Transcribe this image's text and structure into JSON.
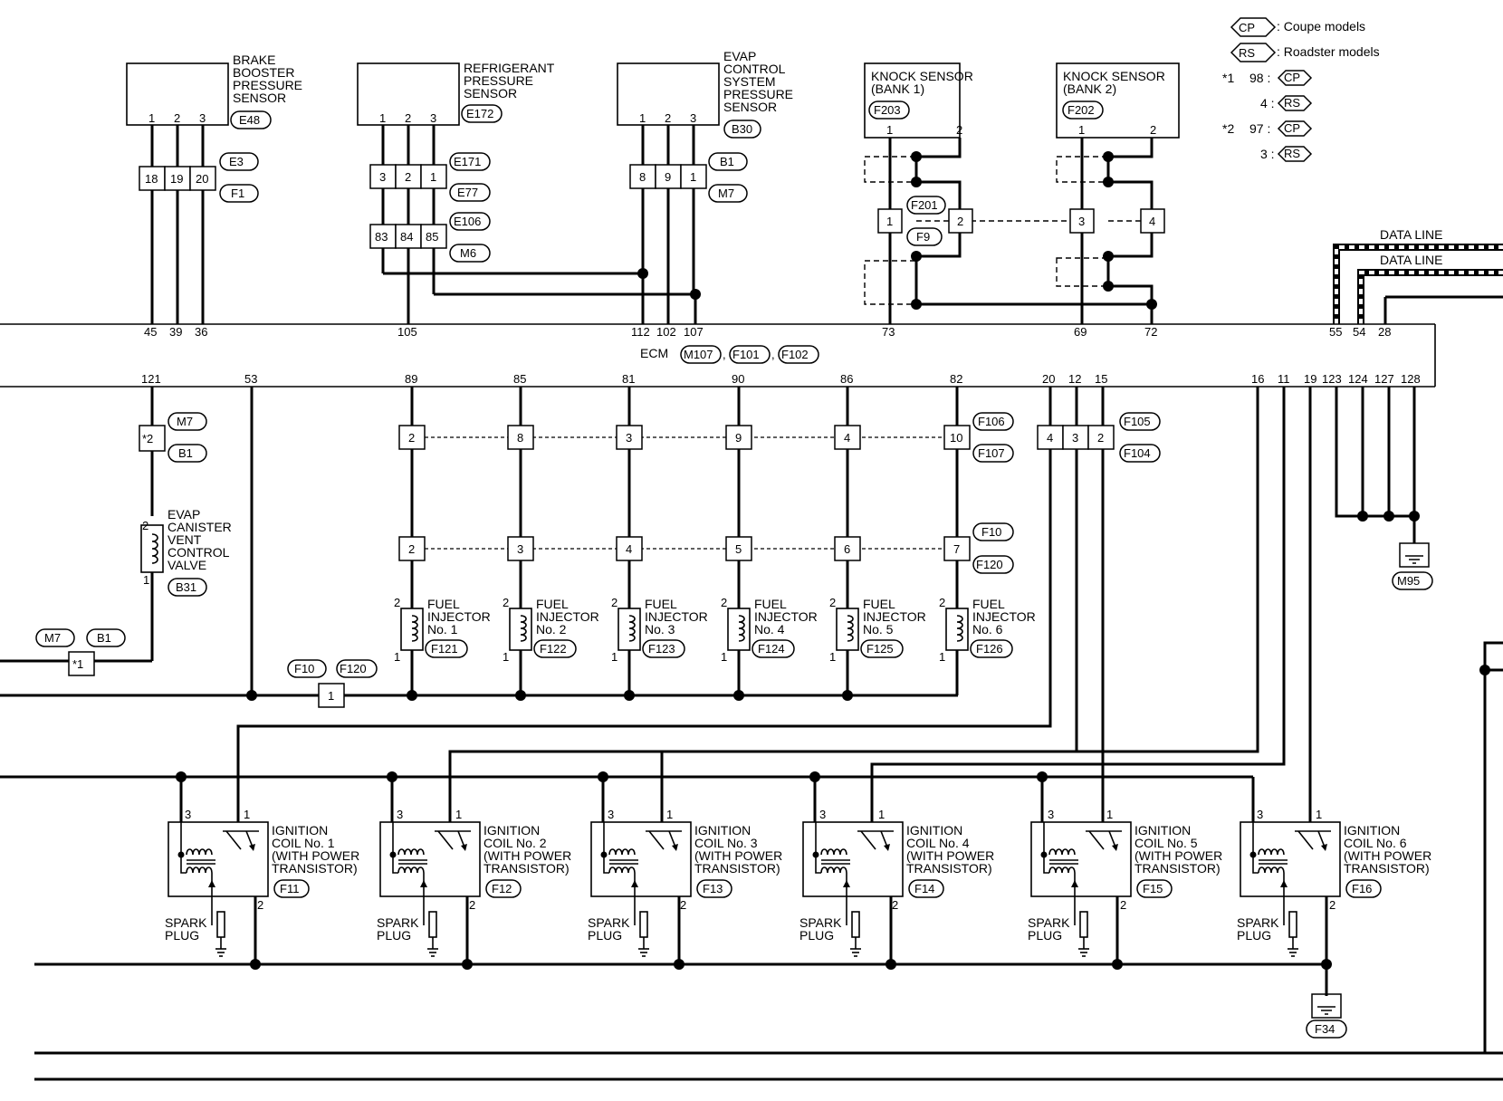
{
  "legend": {
    "cp": "CP",
    "cp_text": ": Coupe models",
    "rs": "RS",
    "rs_text": ": Roadster models",
    "star1": "*1",
    "star2": "*2",
    "n98": "98 :",
    "n4": "4 :",
    "n97": "97 :",
    "n3": "3 :"
  },
  "components": {
    "brake": {
      "l1": "BRAKE",
      "l2": "BOOSTER",
      "l3": "PRESSURE",
      "l4": "SENSOR",
      "tag": "E48"
    },
    "refrig": {
      "l1": "REFRIGERANT",
      "l2": "PRESSURE",
      "l3": "SENSOR",
      "tag": "E172"
    },
    "evap": {
      "l1": "EVAP",
      "l2": "CONTROL",
      "l3": "SYSTEM",
      "l4": "PRESSURE",
      "l5": "SENSOR",
      "tag": "B30"
    },
    "knock1": {
      "l1": "KNOCK SENSOR",
      "l2": "(BANK 1)",
      "tag": "F203"
    },
    "knock2": {
      "l1": "KNOCK SENSOR",
      "l2": "(BANK 2)",
      "tag": "F202"
    },
    "vent": {
      "l1": "EVAP",
      "l2": "CANISTER",
      "l3": "VENT",
      "l4": "CONTROL",
      "l5": "VALVE",
      "tag": "B31"
    },
    "ecm": {
      "label": "ECM",
      "c1": "M107",
      "c2": "F101",
      "c3": "F102"
    },
    "data_line_1": "DATA LINE",
    "data_line_2": "DATA LINE"
  },
  "connectors": {
    "E3": "E3",
    "F1": "F1",
    "E171": "E171",
    "E77": "E77",
    "E106": "E106",
    "M6": "M6",
    "B1": "B1",
    "M7": "M7",
    "F201": "F201",
    "F9": "F9",
    "M7b": "M7",
    "B1b": "B1",
    "F106": "F106",
    "F107": "F107",
    "F10": "F10",
    "F120": "F120",
    "F105": "F105",
    "F104": "F104",
    "M95": "M95",
    "M7c": "M7",
    "B1c": "B1",
    "F10b": "F10",
    "F120b": "F120",
    "F34": "F34"
  },
  "pins": {
    "p1": "1",
    "p2": "2",
    "p3": "3",
    "p4": "4",
    "p5": "5",
    "p6": "6",
    "p7": "7",
    "p8": "8",
    "p9": "9",
    "p10": "10",
    "p18": "18",
    "p19": "19",
    "p20": "20",
    "p83": "83",
    "p84": "84",
    "p85": "85",
    "ecm_top": [
      "45",
      "39",
      "36",
      "105",
      "112",
      "102",
      "107",
      "73",
      "69",
      "72",
      "55",
      "54",
      "28"
    ],
    "ecm_bottom": [
      "121",
      "53",
      "89",
      "85",
      "81",
      "90",
      "86",
      "82",
      "20",
      "12",
      "15",
      "16",
      "11",
      "19",
      "123",
      "124",
      "127",
      "128"
    ],
    "star2_box": "*2",
    "star1_box": "*1"
  },
  "injectors": [
    {
      "l1": "FUEL",
      "l2": "INJECTOR",
      "l3": "No. 1",
      "tag": "F121"
    },
    {
      "l1": "FUEL",
      "l2": "INJECTOR",
      "l3": "No. 2",
      "tag": "F122"
    },
    {
      "l1": "FUEL",
      "l2": "INJECTOR",
      "l3": "No. 3",
      "tag": "F123"
    },
    {
      "l1": "FUEL",
      "l2": "INJECTOR",
      "l3": "No. 4",
      "tag": "F124"
    },
    {
      "l1": "FUEL",
      "l2": "INJECTOR",
      "l3": "No. 5",
      "tag": "F125"
    },
    {
      "l1": "FUEL",
      "l2": "INJECTOR",
      "l3": "No. 6",
      "tag": "F126"
    }
  ],
  "coils": [
    {
      "l1": "IGNITION",
      "l2": "COIL No. 1",
      "l3": "(WITH POWER",
      "l4": "TRANSISTOR)",
      "tag": "F11"
    },
    {
      "l1": "IGNITION",
      "l2": "COIL No. 2",
      "l3": "(WITH POWER",
      "l4": "TRANSISTOR)",
      "tag": "F12"
    },
    {
      "l1": "IGNITION",
      "l2": "COIL No. 3",
      "l3": "(WITH POWER",
      "l4": "TRANSISTOR)",
      "tag": "F13"
    },
    {
      "l1": "IGNITION",
      "l2": "COIL No. 4",
      "l3": "(WITH POWER",
      "l4": "TRANSISTOR)",
      "tag": "F14"
    },
    {
      "l1": "IGNITION",
      "l2": "COIL No. 5",
      "l3": "(WITH POWER",
      "l4": "TRANSISTOR)",
      "tag": "F15"
    },
    {
      "l1": "IGNITION",
      "l2": "COIL No. 6",
      "l3": "(WITH POWER",
      "l4": "TRANSISTOR)",
      "tag": "F16"
    }
  ],
  "spark": {
    "l1": "SPARK",
    "l2": "PLUG"
  }
}
